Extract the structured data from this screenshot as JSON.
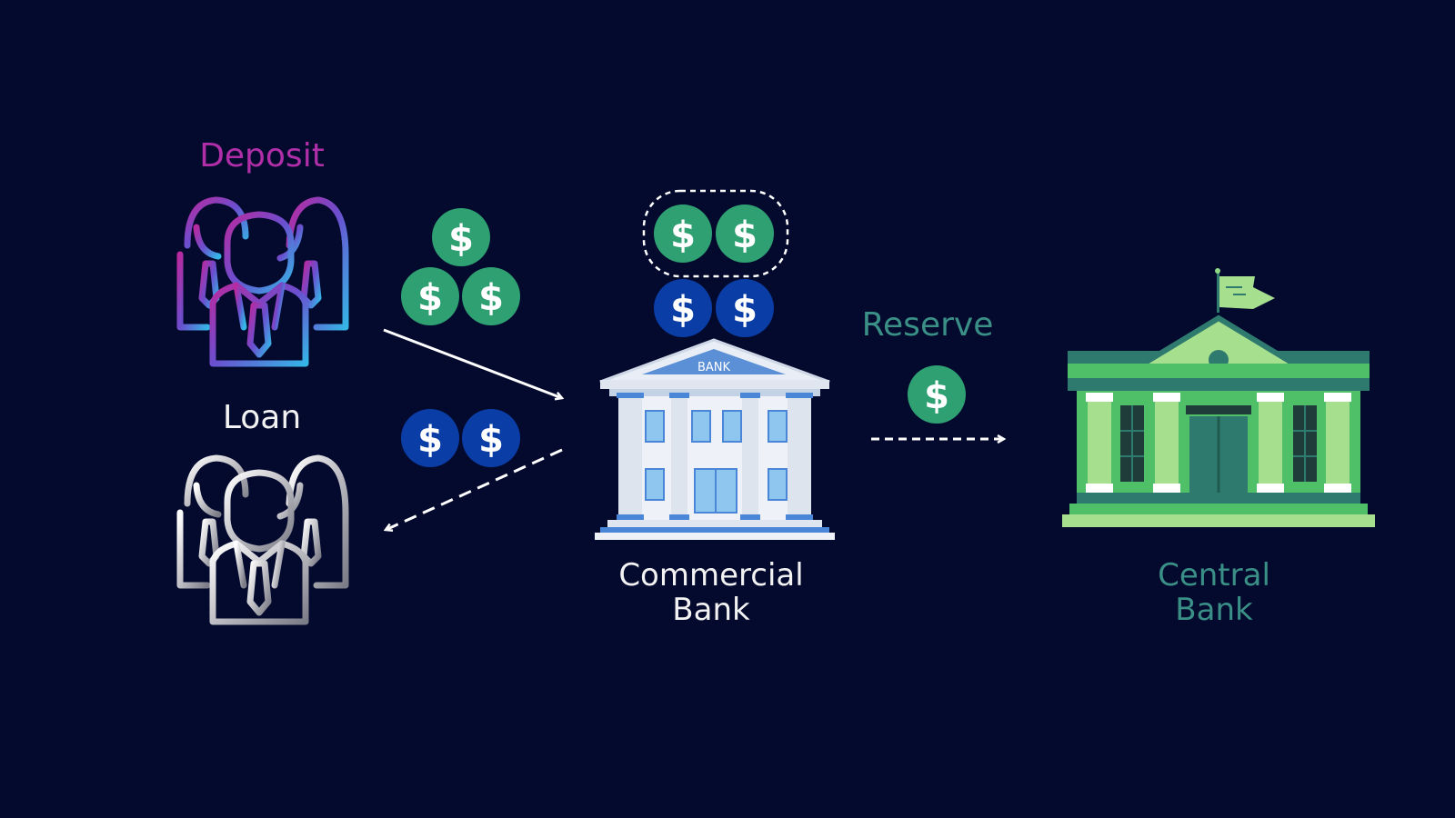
{
  "labels": {
    "deposit": "Deposit",
    "loan": "Loan",
    "commercial_bank": [
      "Commercial",
      "Bank"
    ],
    "reserve": "Reserve",
    "central_bank": [
      "Central",
      "Bank"
    ],
    "bank_sign": "BANK"
  },
  "coin_symbol": "$",
  "colors": {
    "background": "#040a2e",
    "deposit_text": "#b02fa8",
    "reserve_text": "#3a8f86",
    "white_text": "#f2f2f2",
    "green_coin": "#2fa072",
    "blue_coin": "#0a3da6",
    "central_bank_green": "#4fbf68",
    "commercial_bank_blue": "#4a86d8"
  },
  "icons": {
    "depositors": "people-group-icon",
    "borrowers": "people-group-icon",
    "commercial_bank": "bank-building-icon",
    "central_bank": "central-bank-building-icon",
    "coin": "dollar-coin-icon"
  }
}
